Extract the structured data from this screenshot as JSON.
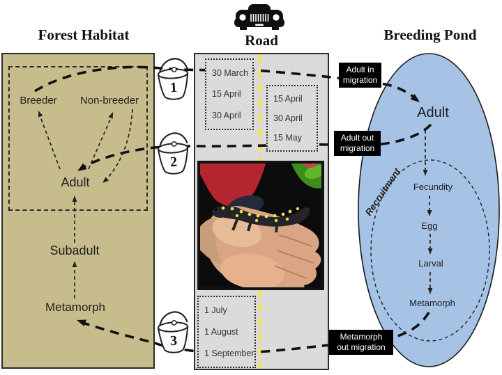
{
  "headers": {
    "forest": "Forest Habitat",
    "road": "Road",
    "pond": "Breeding Pond"
  },
  "forest": {
    "breeder": "Breeder",
    "non_breeder": "Non-breeder",
    "adult": "Adult",
    "subadult": "Subadult",
    "metamorph": "Metamorph"
  },
  "pond": {
    "adult": "Adult",
    "recruitment": "Recruitment",
    "fecundity": "Fecundity",
    "egg": "Egg",
    "larval": "Larval",
    "metamorph": "Metamorph"
  },
  "road": {
    "sampling_windows": [
      {
        "dates": [
          "30 March",
          "15 April",
          "30 April"
        ]
      },
      {
        "dates": [
          "15 April",
          "30 April",
          "15 May"
        ]
      },
      {
        "dates": [
          "1 July",
          "1 August",
          "1 September"
        ]
      }
    ]
  },
  "buckets": [
    {
      "number": "1"
    },
    {
      "number": "2"
    },
    {
      "number": "3"
    }
  ],
  "migration_labels": {
    "adult_in": {
      "line1": "Adult in",
      "line2": "migration"
    },
    "adult_out": {
      "line1": "Adult out",
      "line2": "migration"
    },
    "metamorph_out": {
      "line1": "Metamorph",
      "line2": "out migration"
    }
  },
  "photo": {
    "alt": "Spotted salamander held in an open palm"
  },
  "colors": {
    "forest_fill": "#C7BC8C",
    "road_fill": "#DBDBDB",
    "pond_fill": "#A6C3E6",
    "road_centerline": "#F2E73C",
    "label_bg": "#000000",
    "label_text": "#FFFFFF"
  }
}
